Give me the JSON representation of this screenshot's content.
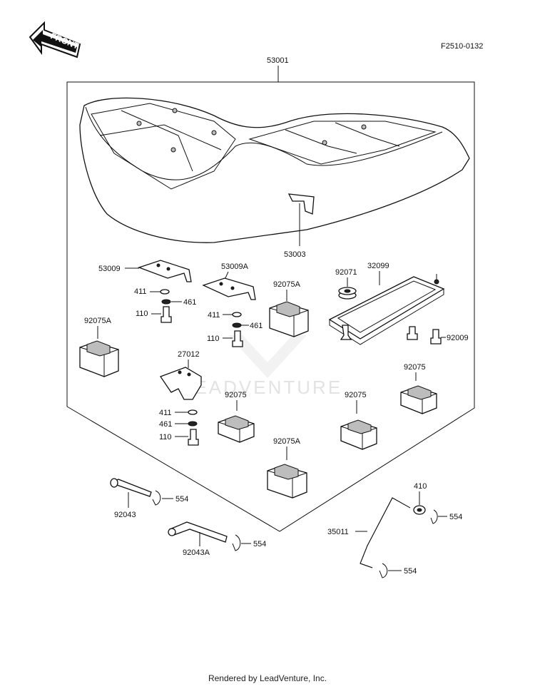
{
  "header": {
    "front_label": "FRONT",
    "diagram_code": "F2510-0132"
  },
  "watermark": {
    "text": "LEADVENTURE"
  },
  "footer": {
    "text": "Rendered by LeadVenture, Inc."
  },
  "callouts": {
    "c53001": "53001",
    "c53003": "53003",
    "c53009": "53009",
    "c53009A": "53009A",
    "c92071": "92071",
    "c32099": "32099",
    "c92009": "92009",
    "c411a": "411",
    "c461a": "461",
    "c110a": "110",
    "c411b": "411",
    "c461b": "461",
    "c110b": "110",
    "c92075A_a": "92075A",
    "c92075A_b": "92075A",
    "c92075A_c": "92075A",
    "c27012": "27012",
    "c411c": "411",
    "c461c": "461",
    "c110c": "110",
    "c92075_a": "92075",
    "c92075_b": "92075",
    "c92075_c": "92075",
    "c92043": "92043",
    "c92043A": "92043A",
    "c554a": "554",
    "c554b": "554",
    "c554c": "554",
    "c554d": "554",
    "c410": "410",
    "c35011": "35011"
  },
  "icons": {
    "front_arrow": "front-arrow-icon"
  }
}
